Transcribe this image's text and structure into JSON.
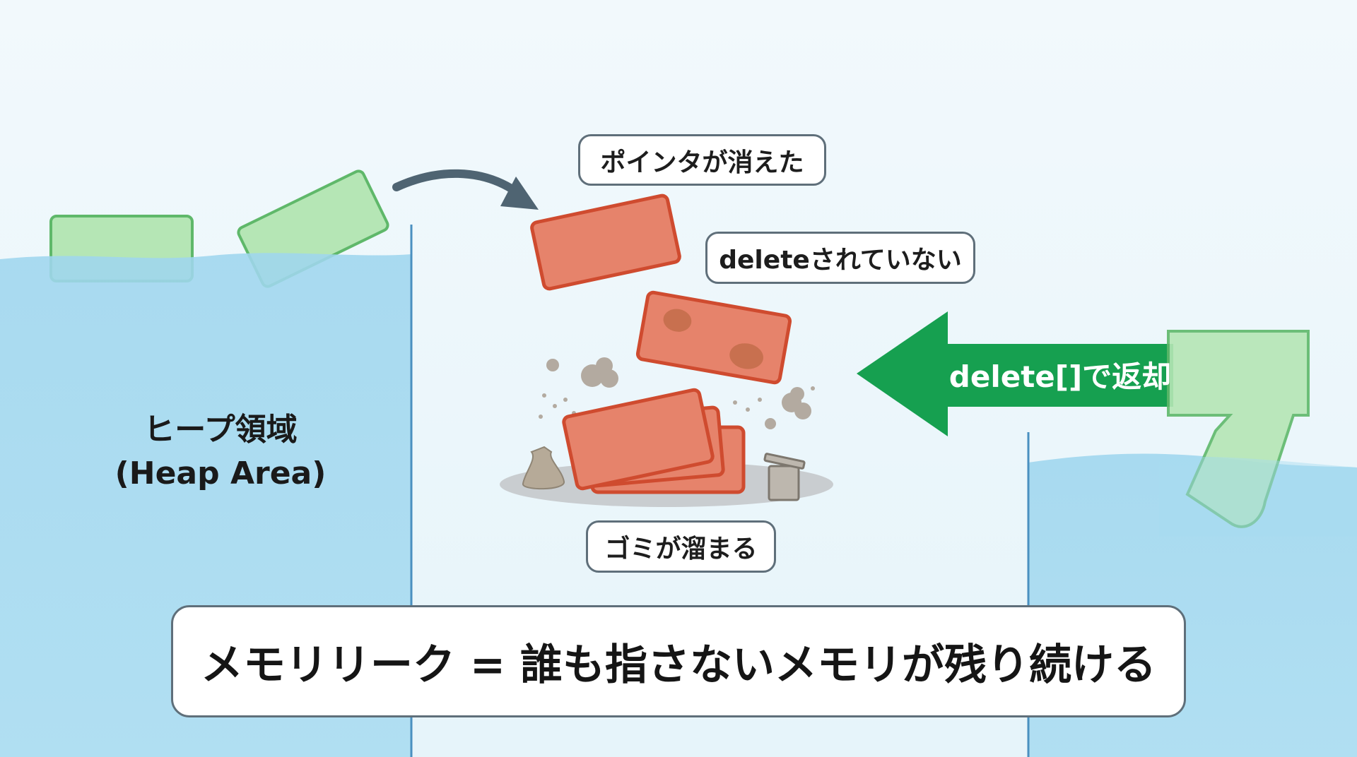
{
  "colors": {
    "water": "#a6dbf0",
    "sky": "#eef7fb",
    "green_block": "#b5e6b5",
    "green_border": "#5fb86a",
    "red_block": "#e6836b",
    "red_border": "#cf4b2f",
    "arrow_green": "#16a050",
    "arrow_gray": "#4f6472"
  },
  "heap_label": {
    "line1": "ヒープ領域",
    "line2": "(Heap Area)"
  },
  "bubbles": {
    "pointer_lost": "ポインタが消えた",
    "not_deleted": "deleteされていない",
    "garbage": "ゴミが溜まる"
  },
  "return_arrow_label": "delete[]で返却",
  "caption": "メモリリーク = 誰も指さないメモリが残り続ける"
}
